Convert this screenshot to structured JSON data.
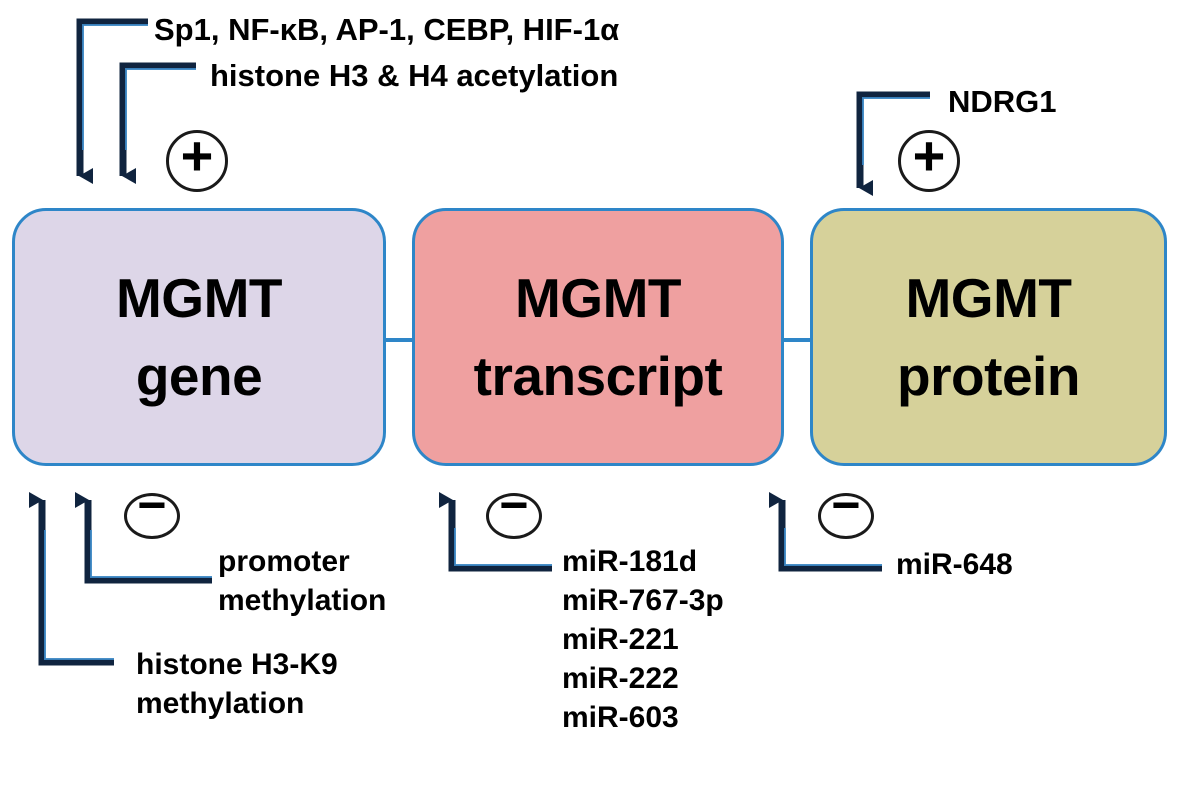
{
  "figure": {
    "title": "MGMT regulation pathway diagram",
    "colors": {
      "border": "#2e86c8",
      "gene_fill": "#ddd6e8",
      "transcript_fill": "#efa0a0",
      "protein_fill": "#d6d19a",
      "arrow": "#10243f",
      "text": "#000000"
    }
  },
  "nodes": [
    {
      "id": "gene",
      "line1": "MGMT",
      "line2": "gene"
    },
    {
      "id": "transcript",
      "line1": "MGMT",
      "line2": "transcript"
    },
    {
      "id": "protein",
      "line1": "MGMT",
      "line2": "protein"
    }
  ],
  "positive_regulators": {
    "gene": {
      "sign": "+",
      "items": [
        "Sp1, NF-κB, AP-1, CEBP, HIF-1α",
        "histone H3 & H4 acetylation"
      ]
    },
    "protein": {
      "sign": "+",
      "items": [
        "NDRG1"
      ]
    }
  },
  "negative_regulators": {
    "gene": {
      "sign": "−",
      "items": [
        {
          "line1": "promoter",
          "line2": "methylation"
        },
        {
          "line1": "histone H3-K9",
          "line2": "methylation"
        }
      ]
    },
    "transcript": {
      "sign": "−",
      "items": [
        "miR-181d",
        "miR-767-3p",
        "miR-221",
        "miR-222",
        "miR-603"
      ]
    },
    "protein": {
      "sign": "−",
      "items": [
        "miR-648"
      ]
    }
  },
  "labels": {
    "tf": "Sp1, NF-κB, AP-1, CEBP, HIF-1α",
    "acetylation": "histone H3 & H4 acetylation",
    "ndrg1": "NDRG1",
    "promoter_l1": "promoter",
    "promoter_l2": "methylation",
    "h3k9_l1": "histone H3-K9",
    "h3k9_l2": "methylation",
    "mir_1": "miR-181d",
    "mir_2": "miR-767-3p",
    "mir_3": "miR-221",
    "mir_4": "miR-222",
    "mir_5": "miR-603",
    "mir648": "miR-648",
    "plus": "+",
    "minus": "−"
  }
}
